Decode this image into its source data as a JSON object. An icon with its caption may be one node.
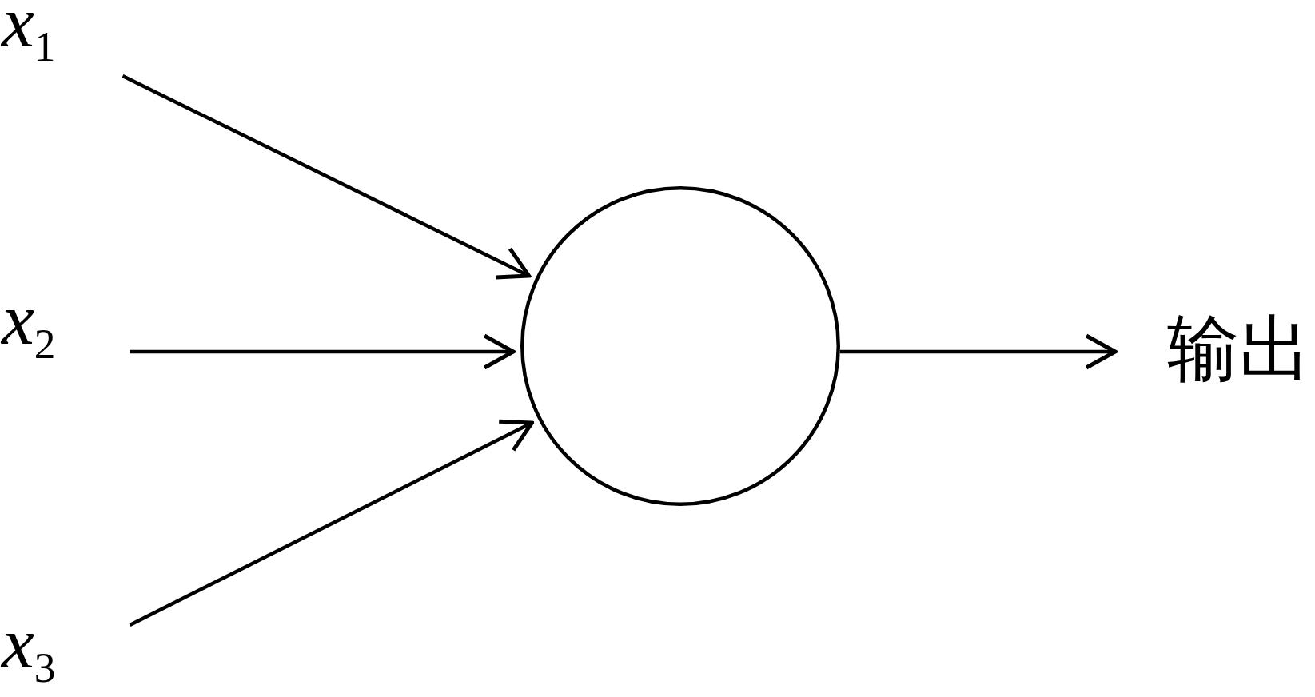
{
  "diagram": {
    "nodes": [
      {
        "text": [
          "*x*$_{1}$"
        ]
      },
      {
        "text": [
          "*x*$_{2}$"
        ]
      },
      {
        "text": [
          "*x*$_{3}$"
        ]
      },
      {
        "text": [],
        "shape": "circle"
      },
      {
        "text": [
          "输出"
        ]
      }
    ],
    "edges": [
      {
        "from": 0,
        "to": 3,
        "arrow": "to"
      },
      {
        "from": 1,
        "to": 3,
        "arrow": "to"
      },
      {
        "from": 2,
        "to": 3,
        "arrow": "to"
      },
      {
        "from": 3,
        "to": 4,
        "arrow": "to"
      }
    ]
  }
}
